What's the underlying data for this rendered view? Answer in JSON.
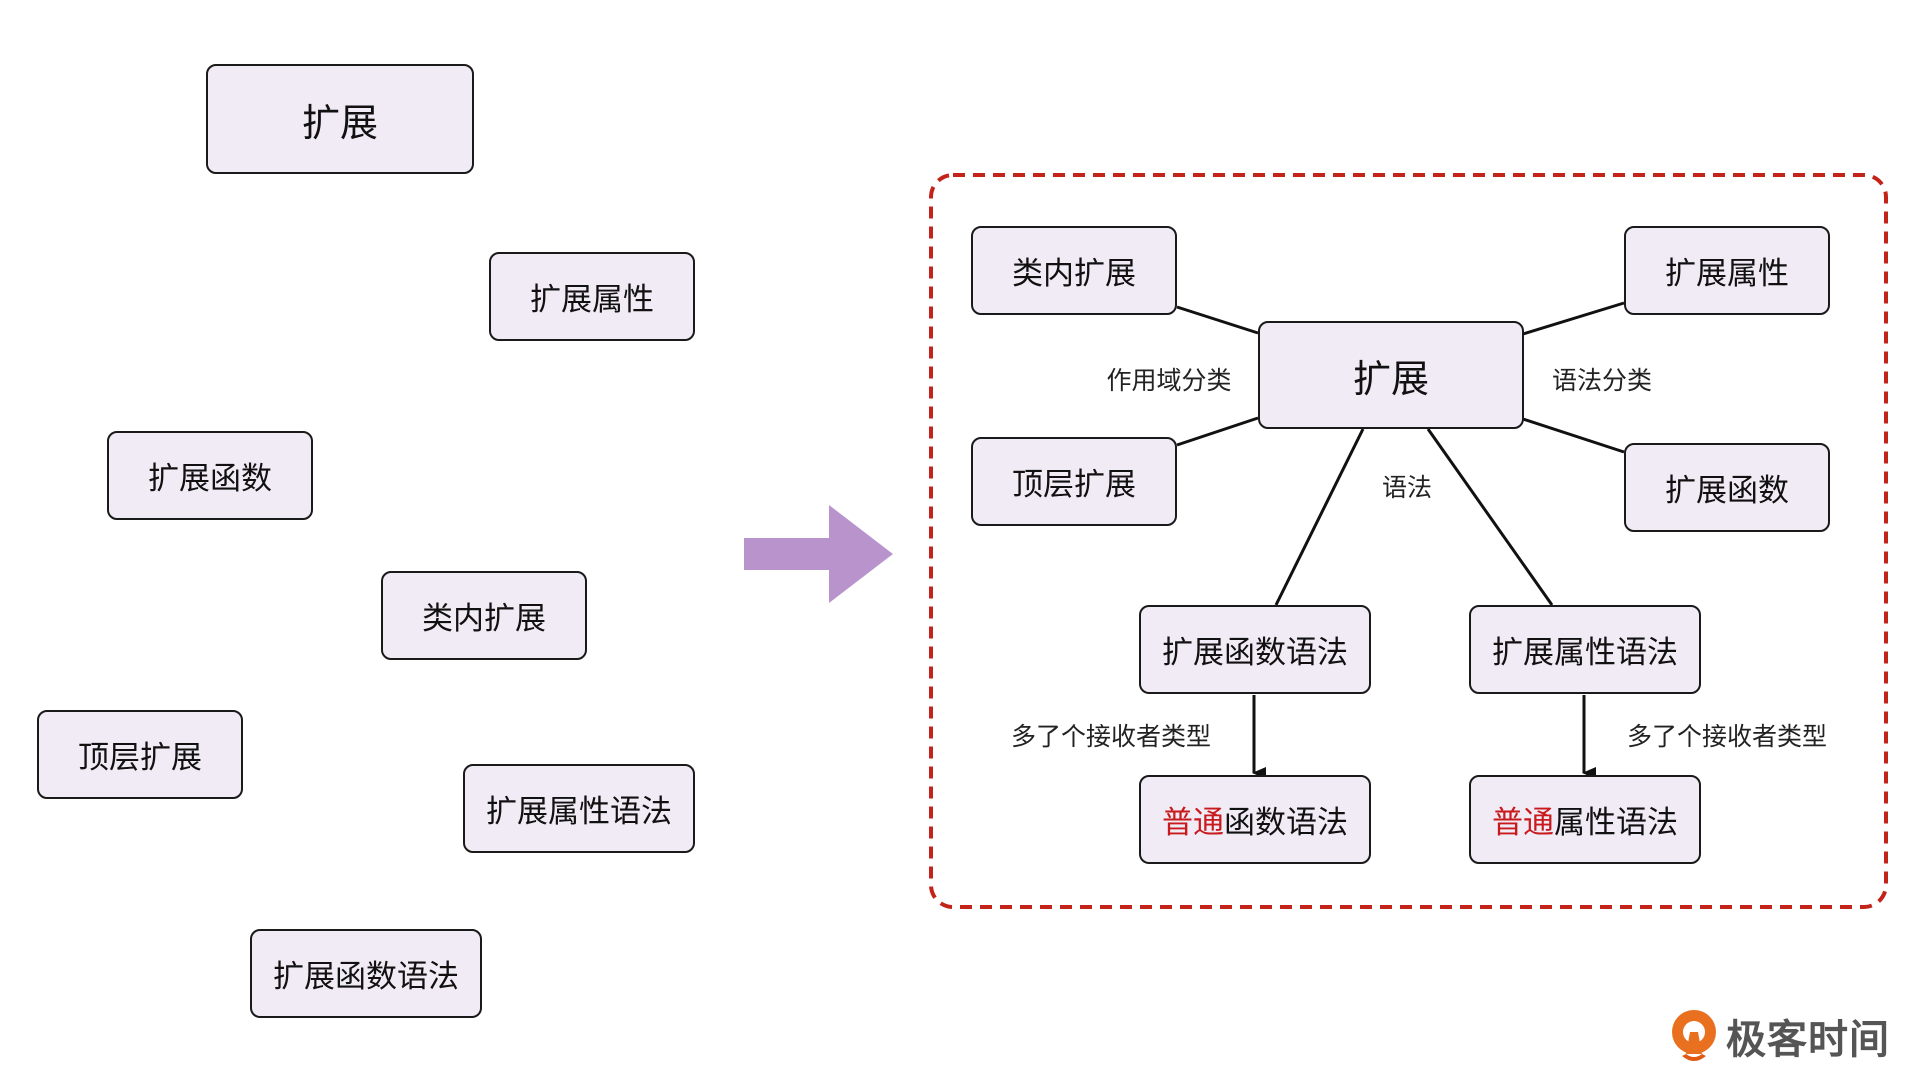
{
  "colors": {
    "node_fill": "#f1ebf6",
    "node_border": "#1a1a1a",
    "arrow_fill": "#b994cc",
    "frame_dash": "#c3241a",
    "highlight": "#c8191c",
    "logo_orange": "#e8701f",
    "logo_text": "#555555"
  },
  "left_scattered_nodes": [
    {
      "id": "l-ext",
      "label": "扩展"
    },
    {
      "id": "l-ext-prop",
      "label": "扩展属性"
    },
    {
      "id": "l-ext-func",
      "label": "扩展函数"
    },
    {
      "id": "l-in-class",
      "label": "类内扩展"
    },
    {
      "id": "l-top-level",
      "label": "顶层扩展"
    },
    {
      "id": "l-ext-prop-syntax",
      "label": "扩展属性语法"
    },
    {
      "id": "l-ext-func-syntax",
      "label": "扩展函数语法"
    }
  ],
  "transition_arrow": {
    "icon": "right-arrow-icon"
  },
  "organized_diagram": {
    "center": {
      "label": "扩展"
    },
    "scope_children": [
      {
        "label": "类内扩展"
      },
      {
        "label": "顶层扩展"
      }
    ],
    "syntax_children": [
      {
        "label": "扩展属性"
      },
      {
        "label": "扩展函数"
      }
    ],
    "syntax_nodes": [
      {
        "label": "扩展函数语法"
      },
      {
        "label": "扩展属性语法"
      }
    ],
    "normal_nodes": [
      {
        "highlight": "普通",
        "rest": "函数语法"
      },
      {
        "highlight": "普通",
        "rest": "属性语法"
      }
    ],
    "edge_labels": {
      "scope": "作用域分类",
      "syntax_class": "语法分类",
      "syntax": "语法",
      "receiver_left": "多了个接收者类型",
      "receiver_right": "多了个接收者类型"
    }
  },
  "brand": {
    "name": "极客时间",
    "icon": "geektime-logo-icon"
  }
}
